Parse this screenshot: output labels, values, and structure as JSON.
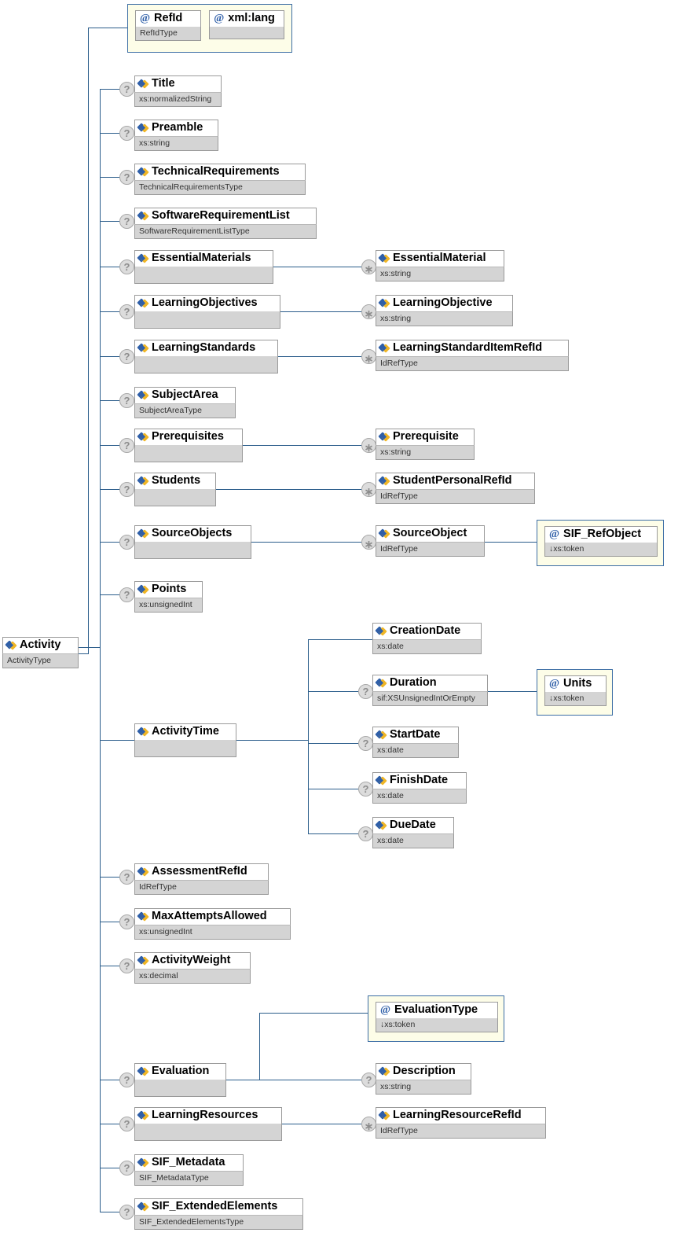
{
  "diagram": {
    "title": "Activity XML Schema element diagram",
    "root": {
      "label": "Activity",
      "type": "ActivityType",
      "icon": "element-icon"
    },
    "icons": {
      "element": "element-icon",
      "attribute": "at-icon",
      "optional": "question-marker",
      "repeat": "asterisk-marker"
    },
    "colors": {
      "line": "#2b5d8b",
      "attr_bg": "#fdfde8",
      "attr_border": "#3d6ea5",
      "type_bg": "#d4d4d4",
      "node_border": "#9a9a9a"
    },
    "attributes_group": [
      {
        "label": "RefId",
        "type": "RefIdType"
      },
      {
        "label": "xml:lang",
        "type": ""
      }
    ],
    "elements": [
      {
        "label": "Title",
        "type": "xs:normalizedString",
        "optional": true
      },
      {
        "label": "Preamble",
        "type": "xs:string",
        "optional": true
      },
      {
        "label": "TechnicalRequirements",
        "type": "TechnicalRequirementsType",
        "optional": true
      },
      {
        "label": "SoftwareRequirementList",
        "type": "SoftwareRequirementListType",
        "optional": true
      },
      {
        "label": "EssentialMaterials",
        "type": "",
        "optional": true
      },
      {
        "label": "LearningObjectives",
        "type": "",
        "optional": true
      },
      {
        "label": "LearningStandards",
        "type": "",
        "optional": true
      },
      {
        "label": "SubjectArea",
        "type": "SubjectAreaType",
        "optional": true
      },
      {
        "label": "Prerequisites",
        "type": "",
        "optional": true
      },
      {
        "label": "Students",
        "type": "",
        "optional": true
      },
      {
        "label": "SourceObjects",
        "type": "",
        "optional": true
      },
      {
        "label": "Points",
        "type": "xs:unsignedInt",
        "optional": true
      },
      {
        "label": "ActivityTime",
        "type": "",
        "optional": false
      },
      {
        "label": "AssessmentRefId",
        "type": "IdRefType",
        "optional": true
      },
      {
        "label": "MaxAttemptsAllowed",
        "type": "xs:unsignedInt",
        "optional": true
      },
      {
        "label": "ActivityWeight",
        "type": "xs:decimal",
        "optional": true
      },
      {
        "label": "Evaluation",
        "type": "",
        "optional": true
      },
      {
        "label": "LearningResources",
        "type": "",
        "optional": true
      },
      {
        "label": "SIF_Metadata",
        "type": "SIF_MetadataType",
        "optional": true
      },
      {
        "label": "SIF_ExtendedElements",
        "type": "SIF_ExtendedElementsType",
        "optional": true
      }
    ],
    "children": [
      {
        "label": "EssentialMaterial",
        "type": "xs:string",
        "repeat": true
      },
      {
        "label": "LearningObjective",
        "type": "xs:string",
        "repeat": true
      },
      {
        "label": "LearningStandardItemRefId",
        "type": "IdRefType",
        "repeat": true
      },
      {
        "label": "Prerequisite",
        "type": "xs:string",
        "repeat": true
      },
      {
        "label": "StudentPersonalRefId",
        "type": "IdRefType",
        "repeat": true
      },
      {
        "label": "SourceObject",
        "type": "IdRefType",
        "repeat": true
      },
      {
        "label": "CreationDate",
        "type": "xs:date",
        "optional": false
      },
      {
        "label": "Duration",
        "type": "sif:XSUnsignedIntOrEmpty",
        "optional": true
      },
      {
        "label": "StartDate",
        "type": "xs:date",
        "optional": true
      },
      {
        "label": "FinishDate",
        "type": "xs:date",
        "optional": true
      },
      {
        "label": "DueDate",
        "type": "xs:date",
        "optional": true
      },
      {
        "label": "Description",
        "type": "xs:string",
        "optional": true
      },
      {
        "label": "LearningResourceRefId",
        "type": "IdRefType",
        "repeat": true
      }
    ],
    "child_attributes": [
      {
        "label": "SIF_RefObject",
        "type": "↓xs:token"
      },
      {
        "label": "Units",
        "type": "↓xs:token"
      },
      {
        "label": "EvaluationType",
        "type": "↓xs:token"
      }
    ],
    "markers": {
      "optional_glyph": "?",
      "repeat_glyph": "∗"
    }
  }
}
